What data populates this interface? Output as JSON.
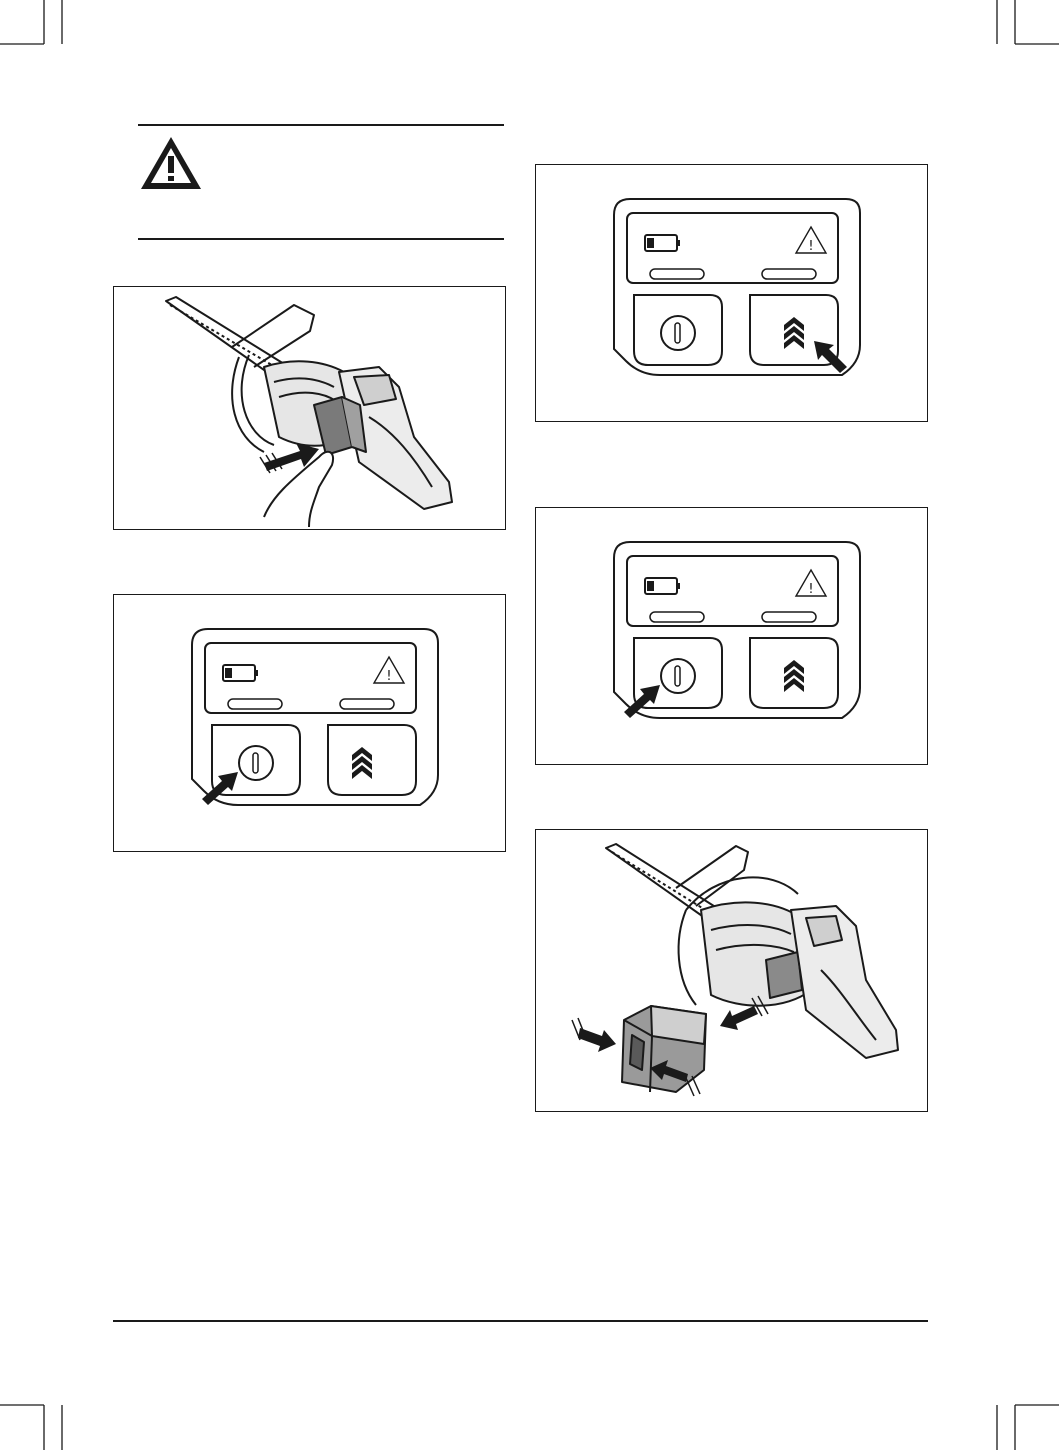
{
  "page": {
    "background": "#ffffff",
    "ink": "#1a1a1a"
  },
  "warning": {
    "icon": "warning-triangle-icon"
  },
  "figures": [
    {
      "id": "insert-battery",
      "icon": "chainsaw-battery-insert-illustration"
    },
    {
      "id": "power-button-press-1",
      "icon": "control-panel-power-arrow"
    },
    {
      "id": "boost-button-press",
      "icon": "control-panel-boost-arrow"
    },
    {
      "id": "power-button-press-2",
      "icon": "control-panel-power-arrow"
    },
    {
      "id": "remove-battery",
      "icon": "chainsaw-battery-remove-illustration"
    }
  ]
}
